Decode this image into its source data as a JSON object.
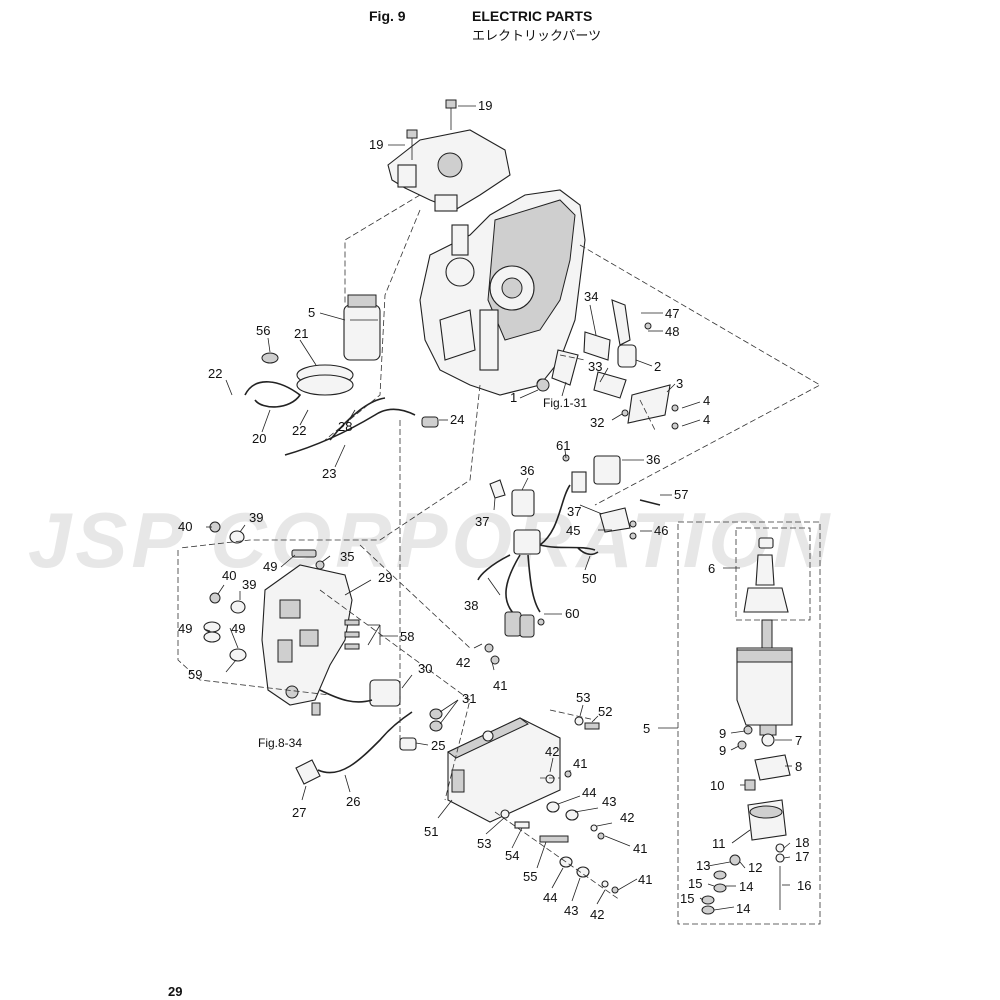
{
  "header": {
    "fig_label": "Fig. 9",
    "title_en": "ELECTRIC PARTS",
    "title_jp": "エレクトリックパーツ"
  },
  "page_number": "29",
  "watermark": "JSP CORPORATION",
  "refs": {
    "fig_1_31": "Fig.1-31",
    "fig_8_34": "Fig.8-34"
  },
  "callouts": {
    "c19a": "19",
    "c19b": "19",
    "c5a": "5",
    "c56": "56",
    "c21": "21",
    "c22a": "22",
    "c20": "20",
    "c22b": "22",
    "c28": "28",
    "c23": "23",
    "c24": "24",
    "c1": "1",
    "c34": "34",
    "c47": "47",
    "c48": "48",
    "c2": "2",
    "c33": "33",
    "c3": "3",
    "c4a": "4",
    "c32": "32",
    "c4b": "4",
    "c61": "61",
    "c36a": "36",
    "c36b": "36",
    "c57": "57",
    "c37a": "37",
    "c37b": "37",
    "c45": "45",
    "c46": "46",
    "c50": "50",
    "c38": "38",
    "c60": "60",
    "c40a": "40",
    "c39a": "39",
    "c49a": "49",
    "c35": "35",
    "c29": "29",
    "c40b": "40",
    "c39b": "39",
    "c49b": "49",
    "c49c": "49",
    "c58": "58",
    "c59": "59",
    "c42a": "42",
    "c41a": "41",
    "c30": "30",
    "c31": "31",
    "c25": "25",
    "c27": "27",
    "c26": "26",
    "c51": "51",
    "c53a": "53",
    "c52": "52",
    "c42b": "42",
    "c41b": "41",
    "c44a": "44",
    "c43a": "43",
    "c42c": "42",
    "c41c": "41",
    "c53b": "53",
    "c54": "54",
    "c55": "55",
    "c44b": "44",
    "c43b": "43",
    "c42d": "42",
    "c41d": "41",
    "c6": "6",
    "c5b": "5",
    "c9a": "9",
    "c9b": "9",
    "c7": "7",
    "c8": "8",
    "c10": "10",
    "c11": "11",
    "c18": "18",
    "c17": "17",
    "c13": "13",
    "c12": "12",
    "c15a": "15",
    "c14a": "14",
    "c16": "16",
    "c15b": "15",
    "c14b": "14"
  }
}
